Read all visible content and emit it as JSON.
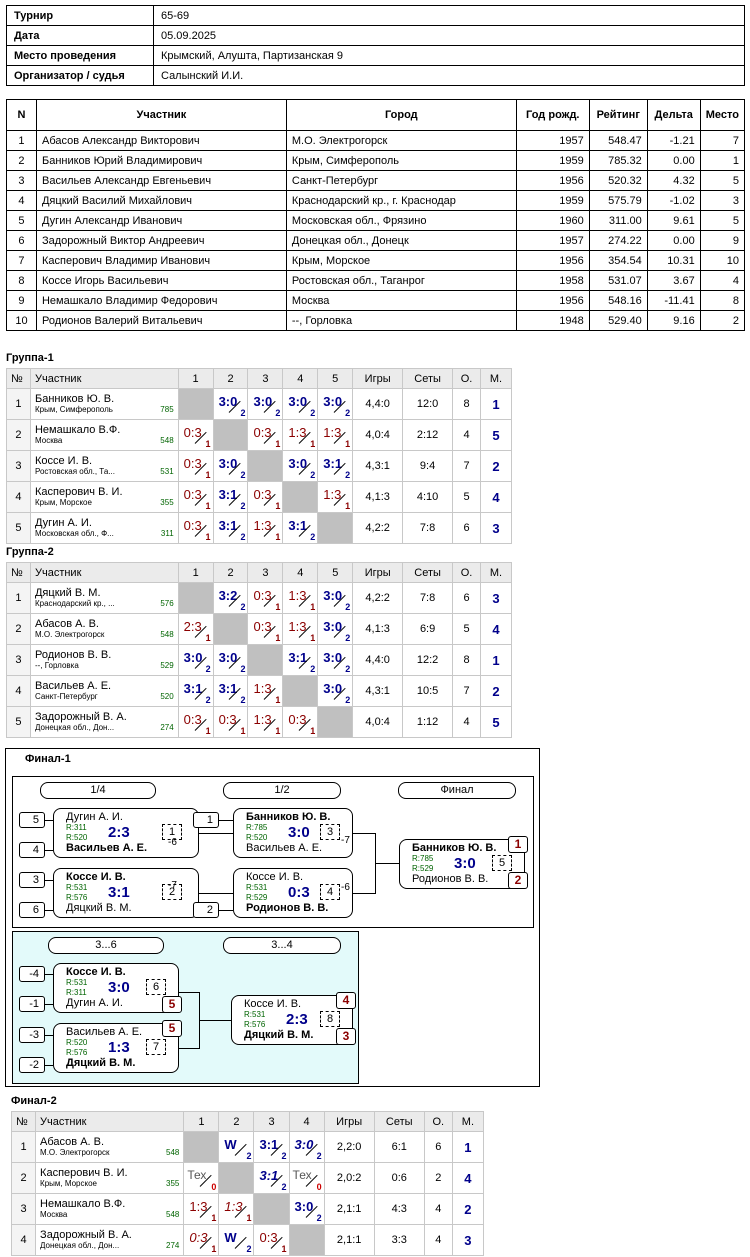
{
  "info": [
    {
      "label": "Турнир",
      "value": "65-69"
    },
    {
      "label": "Дата",
      "value": "05.09.2025"
    },
    {
      "label": "Место проведения",
      "value": "Крымский, Алушта, Партизанская 9"
    },
    {
      "label": "Организатор / судья",
      "value": "Салынский И.И."
    }
  ],
  "participants": {
    "headers": [
      "N",
      "Участник",
      "Город",
      "Год рожд.",
      "Рейтинг",
      "Дельта",
      "Место"
    ],
    "rows": [
      [
        "1",
        "Абасов Александр Викторович",
        "М.О. Электрогорск",
        "1957",
        "548.47",
        "-1.21",
        "7"
      ],
      [
        "2",
        "Банников Юрий Владимирович",
        "Крым, Симферополь",
        "1959",
        "785.32",
        "0.00",
        "1"
      ],
      [
        "3",
        "Васильев Александр Евгеньевич",
        "Санкт-Петербург",
        "1956",
        "520.32",
        "4.32",
        "5"
      ],
      [
        "4",
        "Дяцкий Василий Михайлович",
        "Краснодарский кр., г. Краснодар",
        "1959",
        "575.79",
        "-1.02",
        "3"
      ],
      [
        "5",
        "Дугин Александр Иванович",
        "Московская обл., Фрязино",
        "1960",
        "311.00",
        "9.61",
        "5"
      ],
      [
        "6",
        "Задорожный Виктор Андреевич",
        "Донецкая обл., Донецк",
        "1957",
        "274.22",
        "0.00",
        "9"
      ],
      [
        "7",
        "Касперович Владимир Иванович",
        "Крым, Морское",
        "1956",
        "354.54",
        "10.31",
        "10"
      ],
      [
        "8",
        "Коссе Игорь Васильевич",
        "Ростовская обл., Таганрог",
        "1958",
        "531.07",
        "3.67",
        "4"
      ],
      [
        "9",
        "Немашкало Владимир Федорович",
        "Москва",
        "1956",
        "548.16",
        "-11.41",
        "8"
      ],
      [
        "10",
        "Родионов Валерий Витальевич",
        "--, Горловка",
        "1948",
        "529.40",
        "9.16",
        "2"
      ]
    ]
  },
  "groups": [
    {
      "title": "Группа-1",
      "headers": [
        "№",
        "Участник",
        "1",
        "2",
        "3",
        "4",
        "5",
        "Игры",
        "Сеты",
        "О.",
        "М."
      ],
      "rows": [
        {
          "n": "1",
          "name": "Банников Ю. В.",
          "city": "Крым, Симферополь",
          "rating": "785",
          "cells": [
            "X",
            "3:0|2|w",
            "3:0|2|w",
            "3:0|2|w",
            "3:0|2|w"
          ],
          "games": "4,4:0",
          "sets": "12:0",
          "pts": "8",
          "place": "1"
        },
        {
          "n": "2",
          "name": "Немашкало В.Ф.",
          "city": "Москва",
          "rating": "548",
          "cells": [
            "0:3|1|l",
            "X",
            "0:3|1|l",
            "1:3|1|l",
            "1:3|1|l"
          ],
          "games": "4,0:4",
          "sets": "2:12",
          "pts": "4",
          "place": "5"
        },
        {
          "n": "3",
          "name": "Коссе И. В.",
          "city": "Ростовская обл., Та...",
          "rating": "531",
          "cells": [
            "0:3|1|l",
            "3:0|2|w",
            "X",
            "3:0|2|w",
            "3:1|2|w"
          ],
          "games": "4,3:1",
          "sets": "9:4",
          "pts": "7",
          "place": "2"
        },
        {
          "n": "4",
          "name": "Касперович В. И.",
          "city": "Крым, Морское",
          "rating": "355",
          "cells": [
            "0:3|1|l",
            "3:1|2|w",
            "0:3|1|l",
            "X",
            "1:3|1|l"
          ],
          "games": "4,1:3",
          "sets": "4:10",
          "pts": "5",
          "place": "4"
        },
        {
          "n": "5",
          "name": "Дугин А. И.",
          "city": "Московская обл., Ф...",
          "rating": "311",
          "cells": [
            "0:3|1|l",
            "3:1|2|w",
            "1:3|1|l",
            "3:1|2|w",
            "X"
          ],
          "games": "4,2:2",
          "sets": "7:8",
          "pts": "6",
          "place": "3"
        }
      ]
    },
    {
      "title": "Группа-2",
      "headers": [
        "№",
        "Участник",
        "1",
        "2",
        "3",
        "4",
        "5",
        "Игры",
        "Сеты",
        "О.",
        "М."
      ],
      "rows": [
        {
          "n": "1",
          "name": "Дяцкий В. М.",
          "city": "Краснодарский кр., ...",
          "rating": "576",
          "cells": [
            "X",
            "3:2|2|w",
            "0:3|1|l",
            "1:3|1|l",
            "3:0|2|w"
          ],
          "games": "4,2:2",
          "sets": "7:8",
          "pts": "6",
          "place": "3"
        },
        {
          "n": "2",
          "name": "Абасов А. В.",
          "city": "М.О. Электрогорск",
          "rating": "548",
          "cells": [
            "2:3|1|l",
            "X",
            "0:3|1|l",
            "1:3|1|l",
            "3:0|2|w"
          ],
          "games": "4,1:3",
          "sets": "6:9",
          "pts": "5",
          "place": "4"
        },
        {
          "n": "3",
          "name": "Родионов В. В.",
          "city": "--, Горловка",
          "rating": "529",
          "cells": [
            "3:0|2|w",
            "3:0|2|w",
            "X",
            "3:1|2|w",
            "3:0|2|w"
          ],
          "games": "4,4:0",
          "sets": "12:2",
          "pts": "8",
          "place": "1"
        },
        {
          "n": "4",
          "name": "Васильев А. Е.",
          "city": "Санкт-Петербург",
          "rating": "520",
          "cells": [
            "3:1|2|w",
            "3:1|2|w",
            "1:3|1|l",
            "X",
            "3:0|2|w"
          ],
          "games": "4,3:1",
          "sets": "10:5",
          "pts": "7",
          "place": "2"
        },
        {
          "n": "5",
          "name": "Задорожный В. А.",
          "city": "Донецкая обл., Дон...",
          "rating": "274",
          "cells": [
            "0:3|1|l",
            "0:3|1|l",
            "1:3|1|l",
            "0:3|1|l",
            "X"
          ],
          "games": "4,0:4",
          "sets": "1:12",
          "pts": "4",
          "place": "5"
        }
      ]
    }
  ],
  "final1": {
    "title": "Финал-1",
    "stages": [
      "1/4",
      "1/2",
      "Финал",
      "3...6",
      "3...4"
    ],
    "matches": [
      {
        "id": "m1",
        "seedTop": "5",
        "seedBot": "4",
        "top": "Дугин А. И.",
        "bot": "Васильев А. Е.",
        "r1": "R:311",
        "r2": "R:520",
        "score": "2:3",
        "game": "1",
        "diff": "-6",
        "winner": "bot"
      },
      {
        "id": "m2",
        "seedTop": "3",
        "seedBot": "6",
        "top": "Коссе И. В.",
        "bot": "Дяцкий В. М.",
        "r1": "R:531",
        "r2": "R:576",
        "score": "3:1",
        "game": "2",
        "diff": "-7",
        "winner": "top"
      },
      {
        "id": "m3",
        "seedTop": "1",
        "seedBot": "",
        "top": "Банников Ю. В.",
        "bot": "Васильев А. Е.",
        "r1": "R:785",
        "r2": "R:520",
        "score": "3:0",
        "game": "3",
        "diff": "-7",
        "winner": "top"
      },
      {
        "id": "m4",
        "seedTop": "",
        "seedBot": "2",
        "top": "Коссе И. В.",
        "bot": "Родионов В. В.",
        "r1": "R:531",
        "r2": "R:529",
        "score": "0:3",
        "game": "4",
        "diff": "-6",
        "winner": "bot"
      },
      {
        "id": "m5",
        "top": "Банников Ю. В.",
        "bot": "Родионов В. В.",
        "r1": "R:785",
        "r2": "R:529",
        "score": "3:0",
        "game": "5",
        "placeTop": "1",
        "placeBot": "2",
        "winner": "top"
      },
      {
        "id": "m6",
        "seedTop": "-4",
        "seedBot": "-1",
        "top": "Коссе И. В.",
        "bot": "Дугин А. И.",
        "r1": "R:531",
        "r2": "R:311",
        "score": "3:0",
        "game": "6",
        "placeBot": "5",
        "winner": "top"
      },
      {
        "id": "m7",
        "seedTop": "-3",
        "seedBot": "-2",
        "top": "Васильев А. Е.",
        "bot": "Дяцкий В. М.",
        "r1": "R:520",
        "r2": "R:576",
        "score": "1:3",
        "game": "7",
        "placeTop": "5",
        "winner": "bot"
      },
      {
        "id": "m8",
        "top": "Коссе И. В.",
        "bot": "Дяцкий В. М.",
        "r1": "R:531",
        "r2": "R:576",
        "score": "2:3",
        "game": "8",
        "placeTop": "4",
        "placeBot": "3",
        "winner": "bot"
      }
    ]
  },
  "final2": {
    "title": "Финал-2",
    "headers": [
      "№",
      "Участник",
      "1",
      "2",
      "3",
      "4",
      "Игры",
      "Сеты",
      "О.",
      "М."
    ],
    "rows": [
      {
        "n": "1",
        "name": "Абасов А. В.",
        "city": "М.О. Электрогорск",
        "rating": "548",
        "cells": [
          "X",
          "W|2|w",
          "3:1|2|w",
          "3:0|2|wi"
        ],
        "games": "2,2:0",
        "sets": "6:1",
        "pts": "6",
        "place": "1"
      },
      {
        "n": "2",
        "name": "Касперович В. И.",
        "city": "Крым, Морское",
        "rating": "355",
        "cells": [
          "Тех|0|t",
          "X",
          "3:1|2|wi",
          "Тех|0|t"
        ],
        "games": "2,0:2",
        "sets": "0:6",
        "pts": "2",
        "place": "4"
      },
      {
        "n": "3",
        "name": "Немашкало В.Ф.",
        "city": "Москва",
        "rating": "548",
        "cells": [
          "1:3|1|l",
          "1:3|1|li",
          "X",
          "3:0|2|w"
        ],
        "games": "2,1:1",
        "sets": "4:3",
        "pts": "4",
        "place": "2"
      },
      {
        "n": "4",
        "name": "Задорожный В. А.",
        "city": "Донецкая обл., Дон...",
        "rating": "274",
        "cells": [
          "0:3|1|li",
          "W|2|w",
          "0:3|1|l",
          "X"
        ],
        "games": "2,1:1",
        "sets": "3:3",
        "pts": "4",
        "place": "3"
      }
    ]
  }
}
